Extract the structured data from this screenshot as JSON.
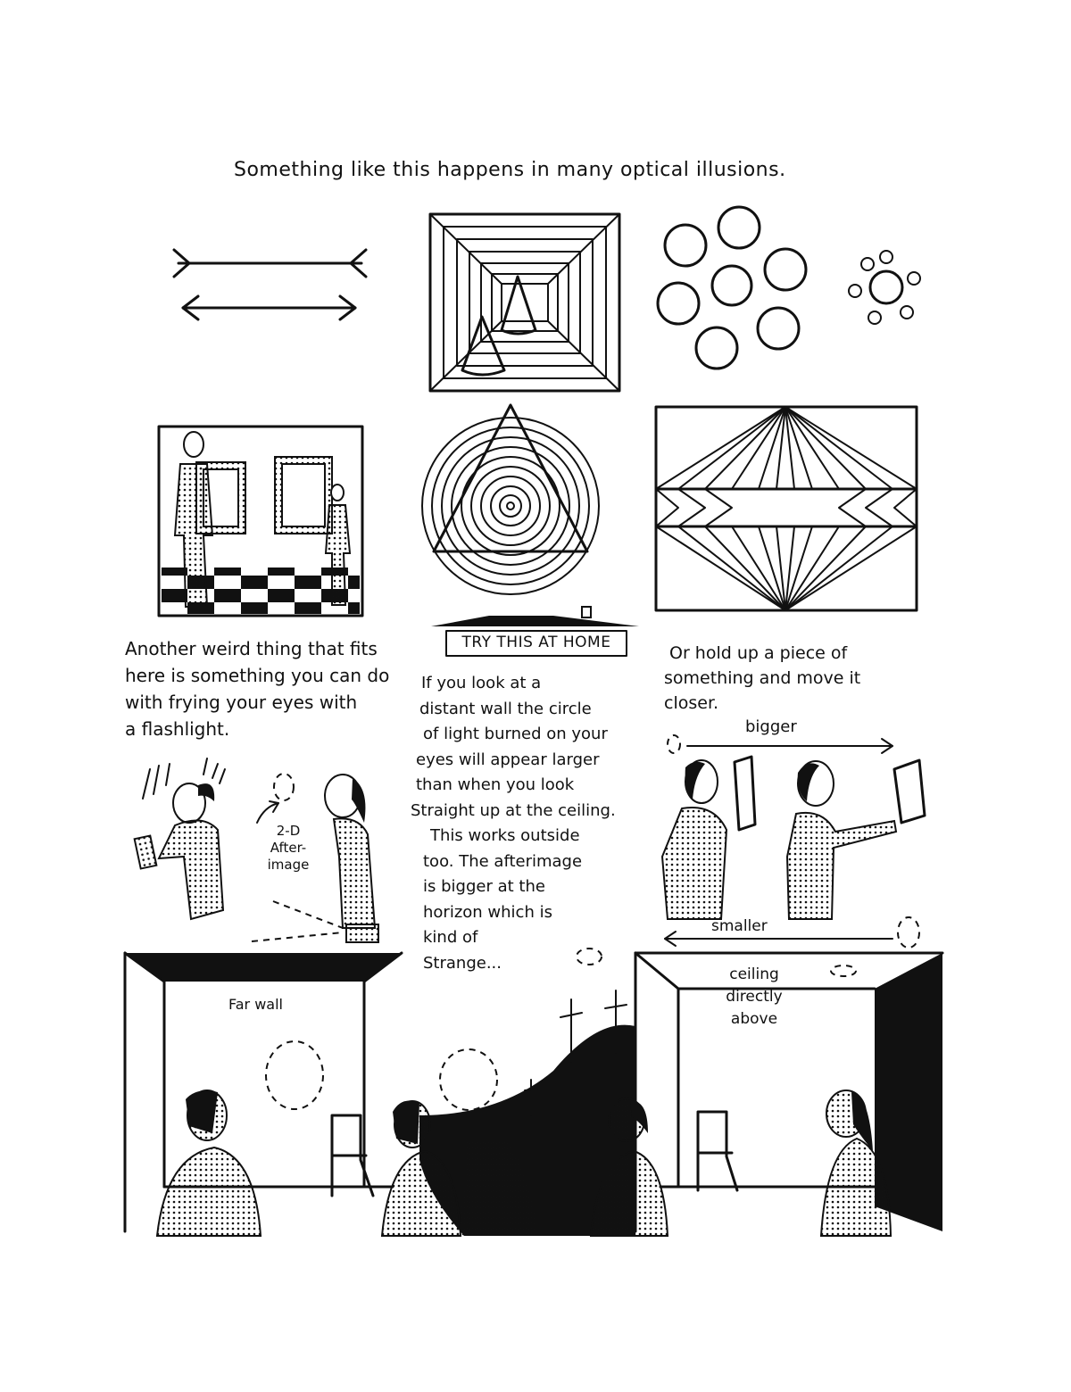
{
  "header": {
    "title": "Something like this happens in many optical illusions."
  },
  "left_text": {
    "lines": [
      "Another weird thing that fits",
      "here is something you can do",
      "with frying your eyes with",
      "a flashlight."
    ]
  },
  "left_labels": {
    "afterimage": [
      "2-D",
      "After-",
      "image"
    ]
  },
  "center_text": {
    "sign": "TRY THIS AT HOME",
    "lines": [
      "If you look at a",
      "distant wall the circle",
      "of light burned on your",
      "eyes will appear larger",
      "than when you look",
      "Straight up at the ceiling.",
      "This works outside",
      "too. The afterimage",
      "is bigger at the",
      "horizon which is",
      "kind of",
      "Strange..."
    ]
  },
  "right_text": {
    "lines": [
      "Or hold up a piece of",
      "something and move it",
      "closer."
    ],
    "bigger": "bigger",
    "smaller": "smaller"
  },
  "rooms": {
    "far_wall": "Far wall",
    "ceiling": [
      "ceiling",
      "directly",
      "above"
    ]
  }
}
